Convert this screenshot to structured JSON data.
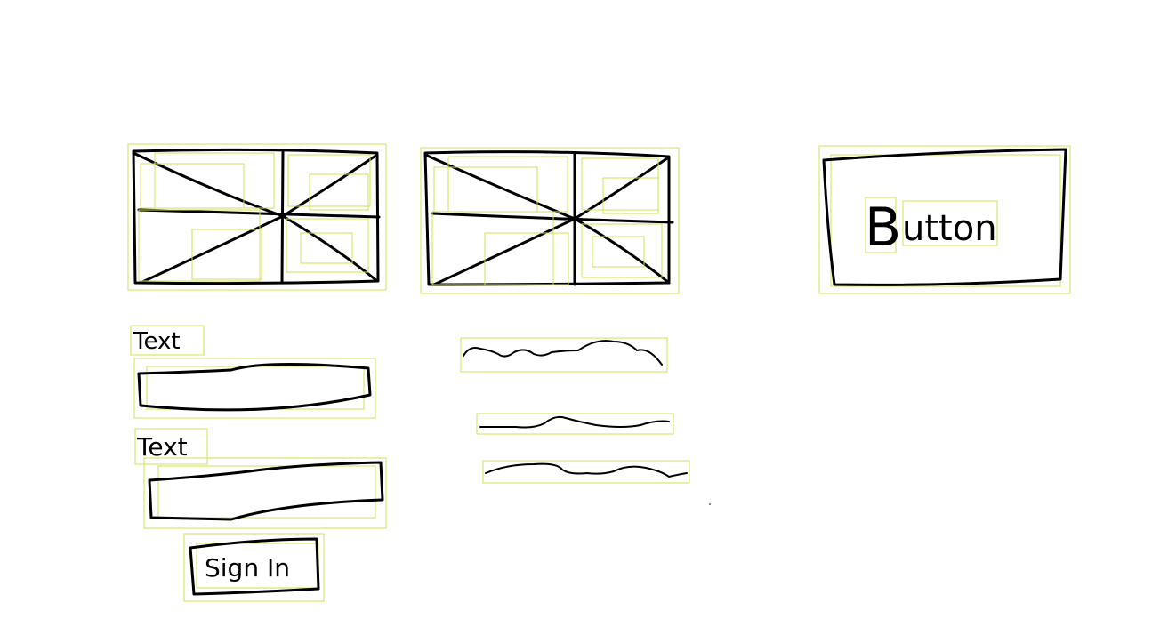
{
  "colors": {
    "ink": "#000000",
    "annotation": "#d4e157",
    "background": "#ffffff"
  },
  "image_placeholders": [
    {
      "name": "image-placeholder-1",
      "icon": "image-icon"
    },
    {
      "name": "image-placeholder-2",
      "icon": "image-icon"
    }
  ],
  "form": {
    "label_1": "Text",
    "label_2": "Text",
    "sign_in_label": "Sign In"
  },
  "paragraph_lines": 3,
  "button": {
    "label_initial": "B",
    "label_rest": "utton"
  }
}
